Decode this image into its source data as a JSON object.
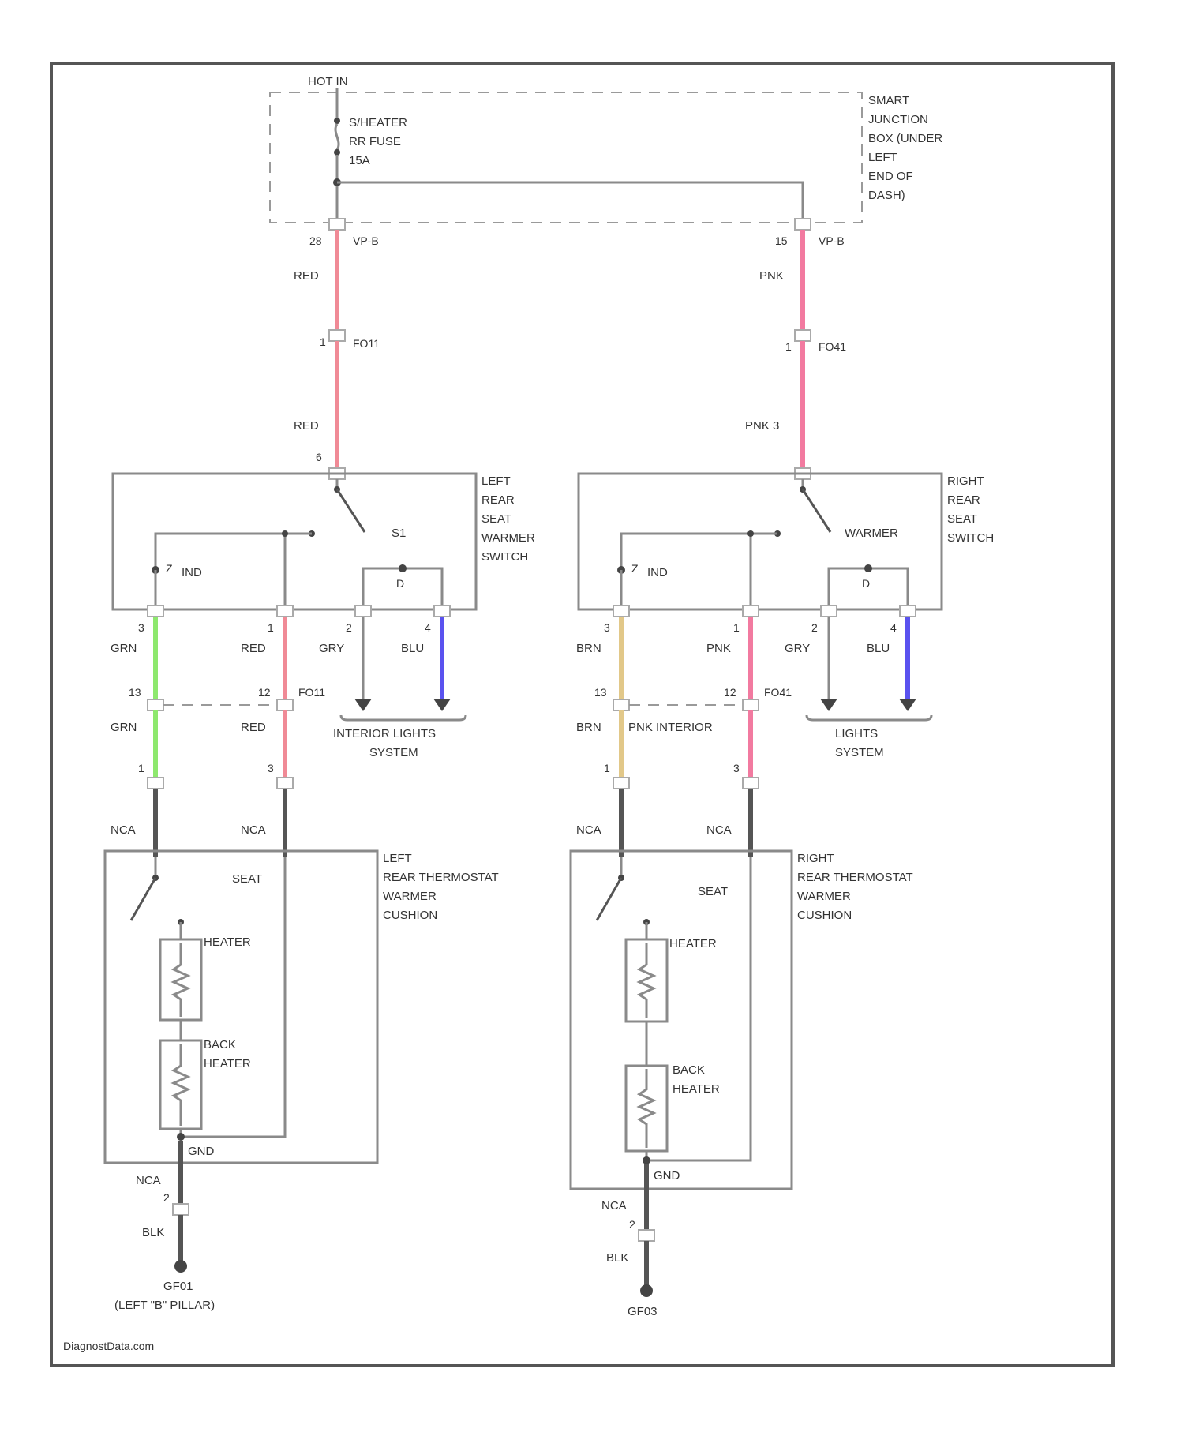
{
  "colors": {
    "red_wire": "#f08a96",
    "pink_wire": "#f27aa0",
    "green_wire": "#8ee86e",
    "brown_wire": "#e2c889",
    "blue_wire": "#5a52ef",
    "black_wire": "#555555"
  },
  "top": {
    "hot_in": "HOT IN",
    "fuse": [
      "S/HEATER",
      "RR FUSE",
      "15A"
    ],
    "junction_box": [
      "SMART",
      "JUNCTION",
      "BOX (UNDER",
      "LEFT",
      "END OF",
      "DASH)"
    ],
    "left_pin": "28",
    "left_conn": "VP-B",
    "right_pin": "15",
    "right_conn": "VP-B"
  },
  "left": {
    "wire_top": "RED",
    "inline_pin": "1",
    "inline_conn": "FO11",
    "wire_mid": "RED",
    "switch_pin": "6",
    "switch_name": [
      "LEFT",
      "REAR",
      "SEAT",
      "WARMER",
      "SWITCH"
    ],
    "switch_label": "S1",
    "ind_label": "IND",
    "d_label": "D",
    "p3": "3",
    "p1": "1",
    "p2": "2",
    "p4": "4",
    "w1": "GRN",
    "w2": "RED",
    "w3": "GRY",
    "w4": "BLU",
    "jp1": "13",
    "jp2": "12",
    "jconn": "FO11",
    "w1b": "GRN",
    "w2b": "RED",
    "lp1": "1",
    "lp2": "3",
    "system": [
      "INTERIOR LIGHTS",
      "SYSTEM"
    ],
    "nca1": "NCA",
    "nca2": "NCA",
    "cushion": [
      "LEFT",
      "REAR THERMOSTAT",
      "WARMER",
      "CUSHION"
    ],
    "seat": "SEAT",
    "heater": "HEATER",
    "back_heater": [
      "BACK",
      "HEATER"
    ],
    "gnd": "GND",
    "nca3": "NCA",
    "gp": "2",
    "gwire": "BLK",
    "ground": "GF01",
    "ground_loc": "(LEFT \"B\" PILLAR)"
  },
  "right": {
    "wire_top": "PNK",
    "inline_pin": "1",
    "inline_conn": "FO41",
    "wire_mid": "PNK 3",
    "switch_name": [
      "RIGHT",
      "REAR",
      "SEAT",
      "SWITCH"
    ],
    "switch_label": "WARMER",
    "ind_label": "IND",
    "d_label": "D",
    "p3": "3",
    "p1": "1",
    "p2": "2",
    "p4": "4",
    "w1": "BRN",
    "w2": "PNK",
    "w3": "GRY",
    "w4": "BLU",
    "jp1": "13",
    "jp2": "12",
    "jconn": "FO41",
    "w1b": "BRN",
    "w2b": "PNK INTERIOR",
    "lp1": "1",
    "lp2": "3",
    "system": [
      "LIGHTS",
      "SYSTEM"
    ],
    "nca1": "NCA",
    "nca2": "NCA",
    "cushion": [
      "RIGHT",
      "REAR THERMOSTAT",
      "WARMER",
      "CUSHION"
    ],
    "seat": "SEAT",
    "heater": "HEATER",
    "back_heater": [
      "BACK",
      "HEATER"
    ],
    "gnd": "GND",
    "nca3": "NCA",
    "gp": "2",
    "gwire": "BLK",
    "ground": "GF03"
  },
  "footer": "DiagnostData.com"
}
